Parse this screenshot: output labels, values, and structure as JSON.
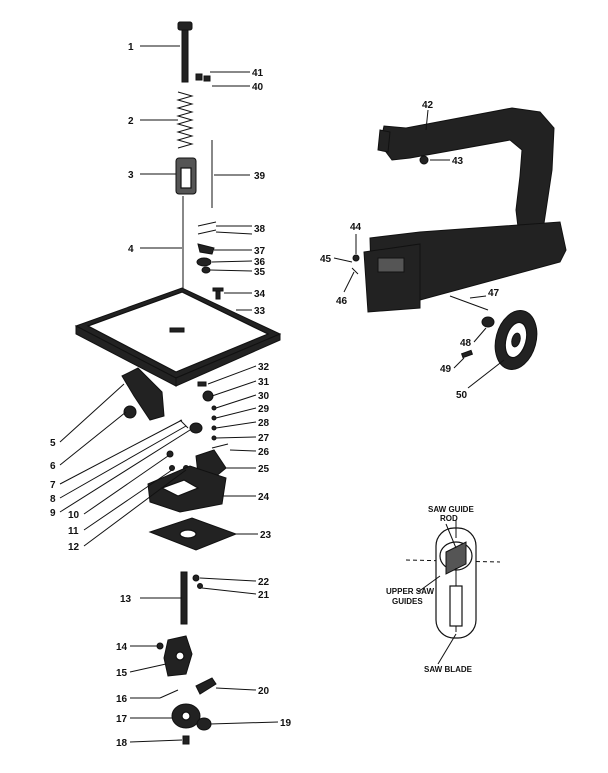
{
  "diagram": {
    "part_numbers": [
      "1",
      "2",
      "3",
      "4",
      "5",
      "6",
      "7",
      "8",
      "9",
      "10",
      "11",
      "12",
      "13",
      "14",
      "15",
      "16",
      "17",
      "18",
      "19",
      "20",
      "21",
      "22",
      "23",
      "24",
      "25",
      "26",
      "27",
      "28",
      "29",
      "30",
      "31",
      "32",
      "33",
      "34",
      "35",
      "36",
      "37",
      "38",
      "39",
      "40",
      "41",
      "42",
      "43",
      "44",
      "45",
      "46",
      "47",
      "48",
      "49",
      "50"
    ],
    "detail_callouts": {
      "saw_guide_rod_line1": "SAW GUIDE",
      "saw_guide_rod_line2": "ROD",
      "upper_saw_guides_line1": "UPPER SAW",
      "upper_saw_guides_line2": "GUIDES",
      "saw_blade": "SAW BLADE"
    }
  }
}
